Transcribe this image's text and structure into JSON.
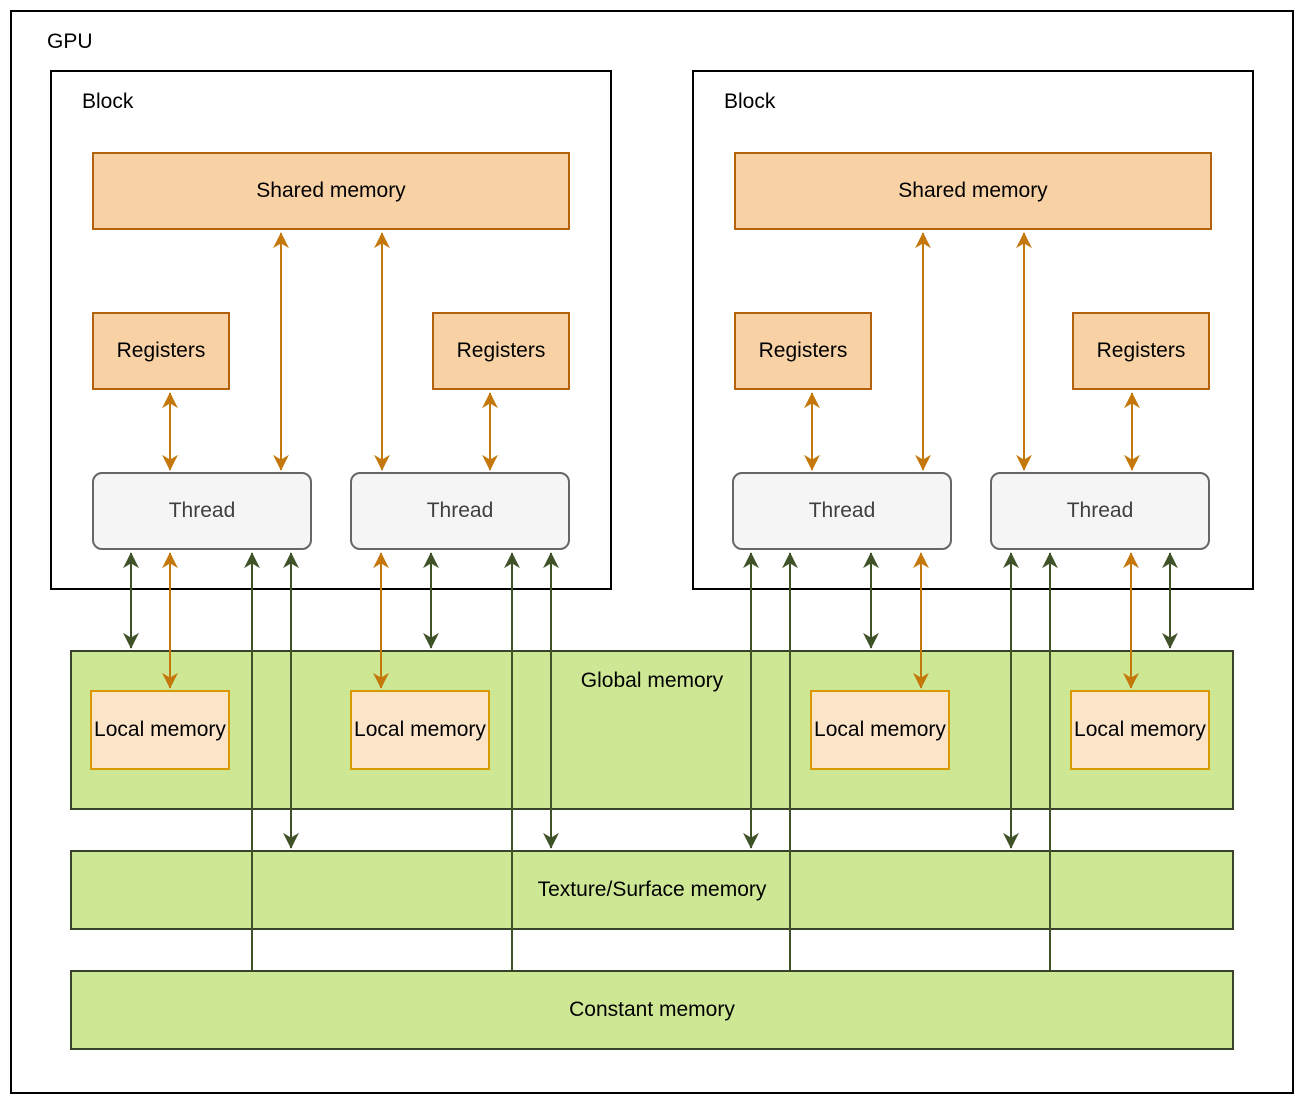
{
  "diagram": {
    "title": "GPU",
    "blocks": [
      {
        "label": "Block",
        "shared_memory": "Shared memory",
        "registers": [
          "Registers",
          "Registers"
        ],
        "threads": [
          "Thread",
          "Thread"
        ]
      },
      {
        "label": "Block",
        "shared_memory": "Shared memory",
        "registers": [
          "Registers",
          "Registers"
        ],
        "threads": [
          "Thread",
          "Thread"
        ]
      }
    ],
    "global_memory": {
      "label": "Global memory",
      "local_memories": [
        "Local memory",
        "Local memory",
        "Local memory",
        "Local memory"
      ]
    },
    "texture_surface_memory": {
      "label": "Texture/Surface memory"
    },
    "constant_memory": {
      "label": "Constant memory"
    }
  },
  "colors": {
    "frame_stroke": "#000000",
    "box_orange_fill": "#F8D1A5",
    "box_orange_stroke": "#B4610B",
    "local_fill": "#FBE4C7",
    "local_stroke": "#D79B00",
    "band_fill": "#CDE794",
    "band_stroke": "#38432A",
    "thread_fill": "#F5F5F5",
    "thread_stroke": "#666666",
    "thread_text": "#3F3F3F",
    "arrow_orange": "#C4770B",
    "arrow_green": "#3F5228"
  }
}
